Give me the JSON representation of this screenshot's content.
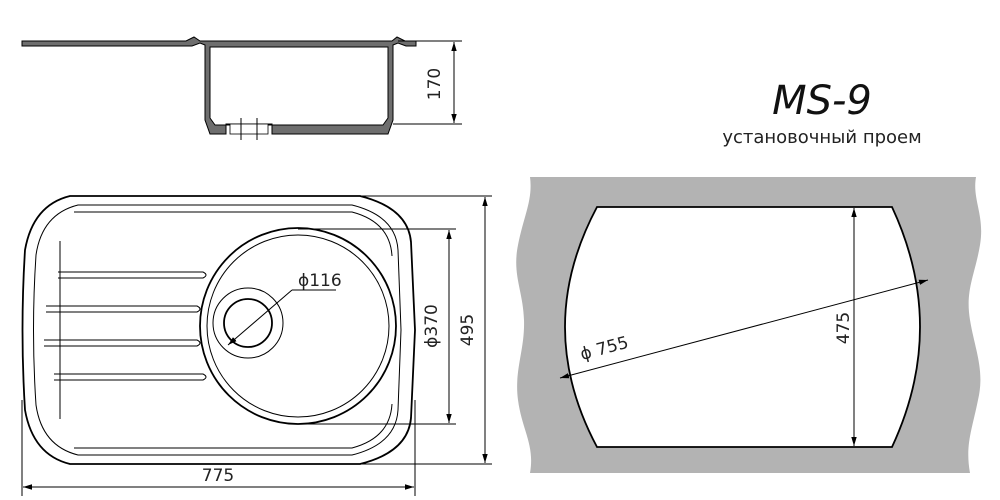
{
  "title": "MS-9",
  "subtitle": "установочный проем",
  "dimensions": {
    "side_height": "170",
    "drain_diameter": "ϕ116",
    "bowl_diameter": "ϕ370",
    "total_height": "495",
    "total_width": "775",
    "cutout_diagonal": "ϕ 755",
    "cutout_height": "475"
  },
  "colors": {
    "section_fill": "#6e6e6e",
    "countertop_fill": "#b3b3b3",
    "line": "#000000"
  }
}
